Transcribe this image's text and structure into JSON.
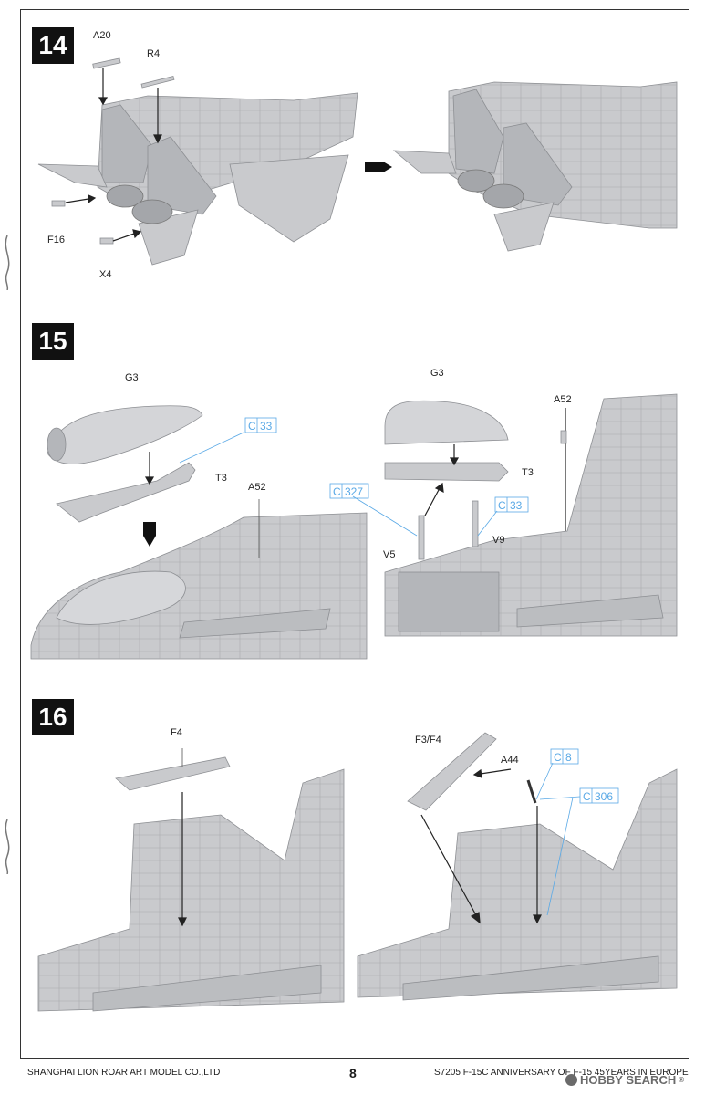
{
  "steps": [
    {
      "number": "14",
      "parts": [
        "A20",
        "R4",
        "F16",
        "X4"
      ]
    },
    {
      "number": "15",
      "parts": [
        "G3",
        "T3",
        "A52",
        "G3",
        "T3",
        "A52",
        "V5",
        "V9"
      ],
      "paint_callouts": [
        {
          "prefix": "C",
          "code": "33"
        },
        {
          "prefix": "C",
          "code": "327"
        },
        {
          "prefix": "C",
          "code": "33"
        }
      ]
    },
    {
      "number": "16",
      "parts": [
        "F4",
        "F3/F4",
        "A44"
      ],
      "paint_callouts": [
        {
          "prefix": "C",
          "code": "8"
        },
        {
          "prefix": "C",
          "code": "306"
        }
      ]
    }
  ],
  "footer": {
    "company": "SHANGHAI LION ROAR ART MODEL CO.,LTD",
    "page_number": "8",
    "product": "S7205 F-15C ANNIVERSARY OF F-15 45YEARS IN EUROPE"
  },
  "watermark": {
    "text": "HOBBY SEARCH",
    "mark": "®"
  },
  "colors": {
    "model_gray": "#c9cacd",
    "panel_line": "#9a9ca0",
    "paint_callout": "#5aa9e6",
    "border": "#333333"
  }
}
